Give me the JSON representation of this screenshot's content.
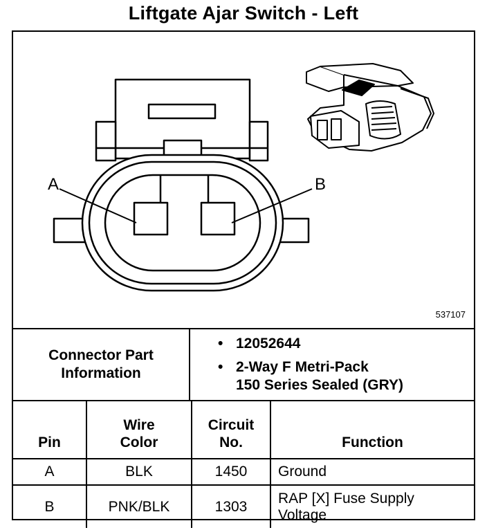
{
  "title": "Liftgate Ajar Switch - Left",
  "figure_id": "537107",
  "pin_labels": {
    "a": "A",
    "b": "B"
  },
  "part_info": {
    "label_line1": "Connector Part",
    "label_line2": "Information",
    "bullet": "•",
    "items": [
      "12052644",
      "2-Way F Metri-Pack",
      "150 Series Sealed (GRY)"
    ]
  },
  "table": {
    "headers": {
      "pin": "Pin",
      "wire_line1": "Wire",
      "wire_line2": "Color",
      "circuit_line1": "Circuit",
      "circuit_line2": "No.",
      "function": "Function"
    },
    "rows": [
      {
        "pin": "A",
        "wire": "BLK",
        "circuit": "1450",
        "function_line1": "Ground",
        "function_line2": ""
      },
      {
        "pin": "B",
        "wire": "PNK/BLK",
        "circuit": "1303",
        "function_line1": "RAP [X] Fuse Supply",
        "function_line2": "Voltage"
      }
    ]
  }
}
